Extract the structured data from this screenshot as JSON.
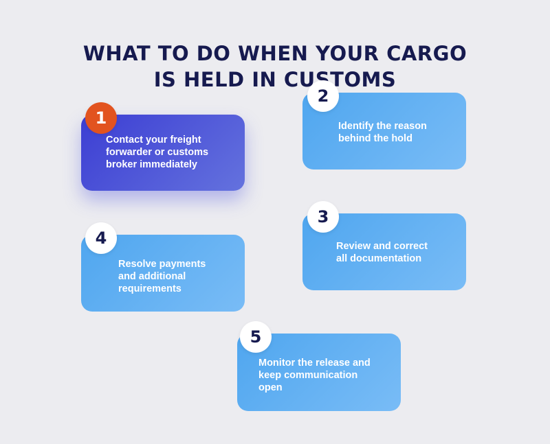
{
  "title": [
    "WHAT TO DO WHEN YOUR CARGO",
    "IS HELD IN CUSTOMS"
  ],
  "colors": {
    "background": "#ececf0",
    "title": "#161a4f",
    "card": "#5eb0f2",
    "active_card": "#4a4fd8",
    "active_badge": "#e2531f",
    "badge": "#ffffff"
  },
  "steps": [
    {
      "number": "1",
      "lines": [
        "Contact your freight",
        "forwarder or customs",
        "broker immediately"
      ]
    },
    {
      "number": "2",
      "lines": [
        "Identify the reason",
        "behind the hold"
      ]
    },
    {
      "number": "3",
      "lines": [
        "Review and correct",
        "all documentation"
      ]
    },
    {
      "number": "4",
      "lines": [
        "Resolve payments",
        "and additional",
        "requirements"
      ]
    },
    {
      "number": "5",
      "lines": [
        "Monitor the release and",
        "keep communication",
        "open"
      ]
    }
  ]
}
